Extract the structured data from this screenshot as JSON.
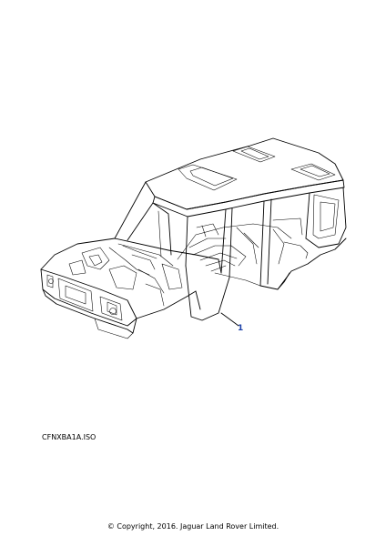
{
  "diagram": {
    "part_callouts": [
      {
        "number": "1",
        "color": "#1a3ea8"
      }
    ],
    "illustration_code": "CFNXBA1A.ISO",
    "copyright": "© Copyright, 2016. Jaguar Land Rover Limited."
  }
}
